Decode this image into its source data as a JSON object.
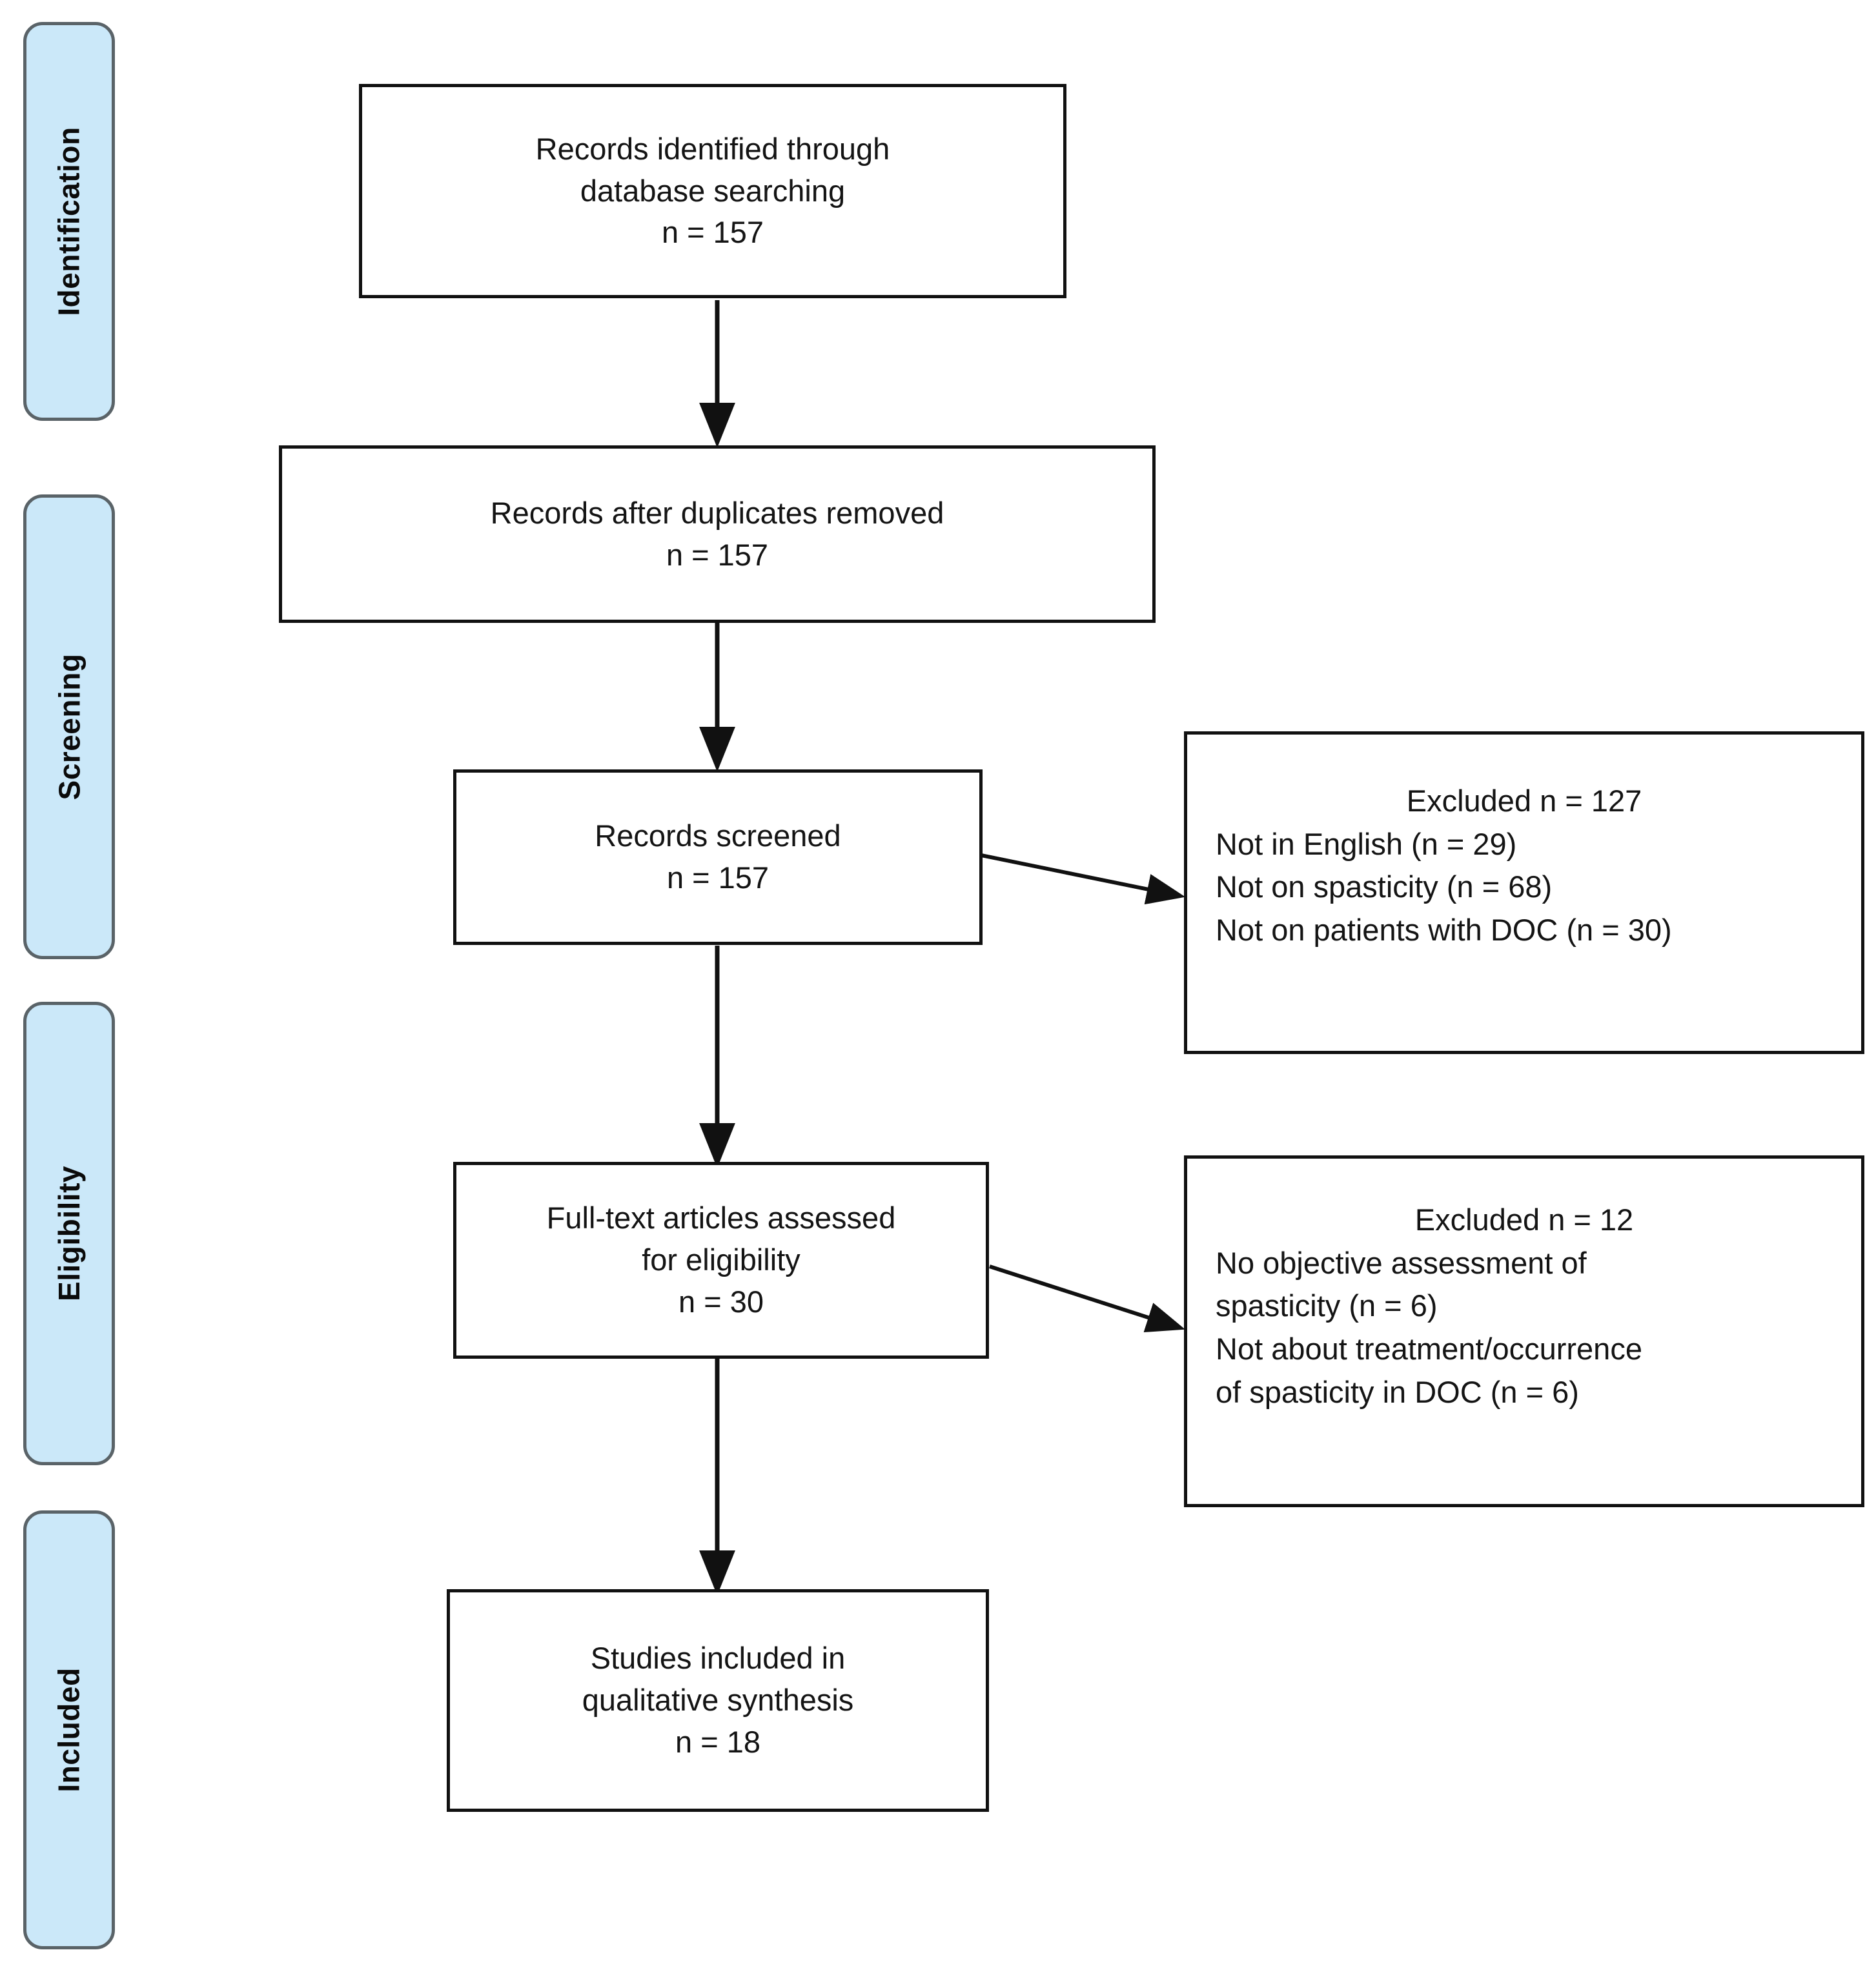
{
  "diagram": {
    "type": "prisma-flow-diagram",
    "title": "PRISMA study selection flow diagram",
    "colors": {
      "stage_tab_fill": "#cbe8f9",
      "stage_tab_border": "#5a6368",
      "box_border": "#111111",
      "box_fill": "#ffffff",
      "text": "#141414",
      "connector": "#111111"
    }
  },
  "stages": [
    {
      "id": "identification",
      "label": "Identification"
    },
    {
      "id": "screening",
      "label": "Screening"
    },
    {
      "id": "eligibility",
      "label": "Eligibility"
    },
    {
      "id": "included",
      "label": "Included"
    }
  ],
  "boxes": {
    "identified": {
      "lines": [
        "Records identified through",
        "database searching",
        "n = 157"
      ],
      "n": 157
    },
    "duplicates_removed": {
      "lines": [
        "Records after duplicates removed",
        "n = 157"
      ],
      "n": 157
    },
    "screened": {
      "lines": [
        "Records screened",
        "n = 157"
      ],
      "n": 157
    },
    "fulltext": {
      "lines": [
        "Full-text articles assessed",
        "for eligibility",
        "n = 30"
      ],
      "n": 30
    },
    "included_studies": {
      "lines": [
        "Studies included in",
        "qualitative synthesis",
        "n = 18"
      ],
      "n": 18
    }
  },
  "exclusions": {
    "screening": {
      "head": "Excluded n = 127",
      "total": 127,
      "reasons": [
        "Not in English (n = 29)",
        "Not on spasticity (n = 68)",
        "Not on patients with DOC (n = 30)"
      ]
    },
    "eligibility": {
      "head": "Excluded n = 12",
      "total": 12,
      "reasons": [
        "No objective assessment of",
        "spasticity (n = 6)",
        "Not about treatment/occurrence",
        "of spasticity in DOC (n = 6)"
      ]
    }
  }
}
